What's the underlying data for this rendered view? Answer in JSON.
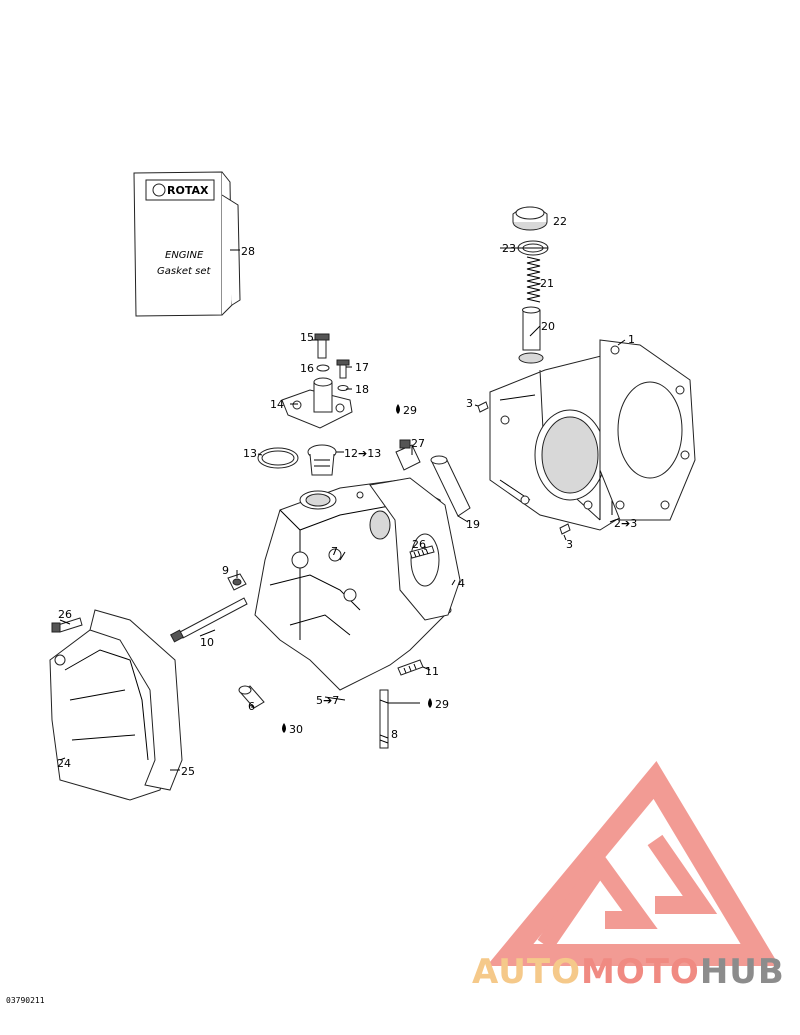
{
  "kit_box": {
    "brand": "ROTAX",
    "line1": "ENGINE",
    "line2": "Gasket set"
  },
  "callouts": [
    {
      "id": "c1",
      "text": "1"
    },
    {
      "id": "c2",
      "text": "2➔3"
    },
    {
      "id": "c3a",
      "text": "3"
    },
    {
      "id": "c3b",
      "text": "3"
    },
    {
      "id": "c4",
      "text": "4"
    },
    {
      "id": "c5",
      "text": "5➔7"
    },
    {
      "id": "c6",
      "text": "6"
    },
    {
      "id": "c7",
      "text": "7"
    },
    {
      "id": "c8",
      "text": "8"
    },
    {
      "id": "c9",
      "text": "9"
    },
    {
      "id": "c10",
      "text": "10"
    },
    {
      "id": "c11",
      "text": "11"
    },
    {
      "id": "c12",
      "text": "12➔13"
    },
    {
      "id": "c13",
      "text": "13"
    },
    {
      "id": "c14",
      "text": "14"
    },
    {
      "id": "c15",
      "text": "15"
    },
    {
      "id": "c16",
      "text": "16"
    },
    {
      "id": "c17",
      "text": "17"
    },
    {
      "id": "c18",
      "text": "18"
    },
    {
      "id": "c19",
      "text": "19"
    },
    {
      "id": "c20",
      "text": "20"
    },
    {
      "id": "c21",
      "text": "21"
    },
    {
      "id": "c22",
      "text": "22"
    },
    {
      "id": "c23",
      "text": "23"
    },
    {
      "id": "c24",
      "text": "24"
    },
    {
      "id": "c25",
      "text": "25"
    },
    {
      "id": "c26a",
      "text": "26"
    },
    {
      "id": "c26b",
      "text": "26"
    },
    {
      "id": "c27",
      "text": "27"
    },
    {
      "id": "c28",
      "text": "28"
    },
    {
      "id": "c29a",
      "text": "29"
    },
    {
      "id": "c29b",
      "text": "29"
    },
    {
      "id": "c30",
      "text": "30"
    }
  ],
  "drawing_code": "03790211",
  "watermark": {
    "part1": "AUTO",
    "part2": "MOTO",
    "part3": "HUB",
    "color_light": "#f5c98a",
    "color_red": "#f08a82",
    "color_grey": "#8c8c8c"
  }
}
